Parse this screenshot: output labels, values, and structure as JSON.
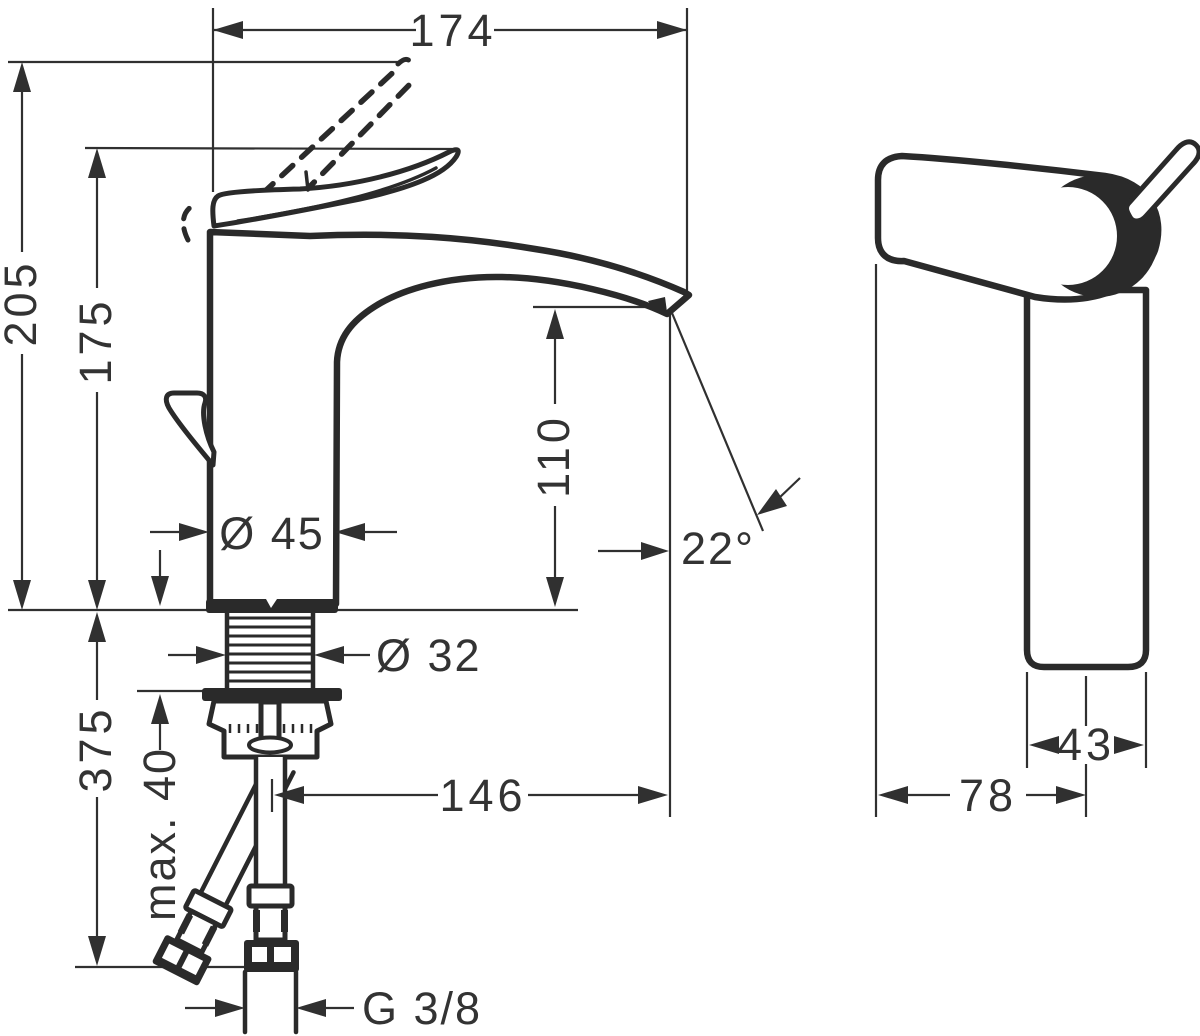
{
  "document": {
    "type": "technical-dimension-drawing",
    "subject": "single-lever basin mixer faucet, front and side elevation with installation dimensions",
    "units": "mm"
  },
  "colors": {
    "background": "#ffffff",
    "dimension_lines": "#303030",
    "object_lines": "#2a2a2a",
    "text": "#333333"
  },
  "front_view": {
    "name": "front-elevation",
    "dims": {
      "overall_width": "174",
      "overall_height": "205",
      "handle_height": "175",
      "outlet_height": "110",
      "body_diameter": "Ø 45",
      "jet_angle": "22°",
      "shank_diameter": "Ø 32",
      "below_counter_depth": "375",
      "max_counter_thickness": "max. 40",
      "spout_reach": "146",
      "connection_thread": "G 3/8"
    }
  },
  "side_view": {
    "name": "side-elevation",
    "dims": {
      "body_depth": "43",
      "overall_depth": "78"
    }
  }
}
